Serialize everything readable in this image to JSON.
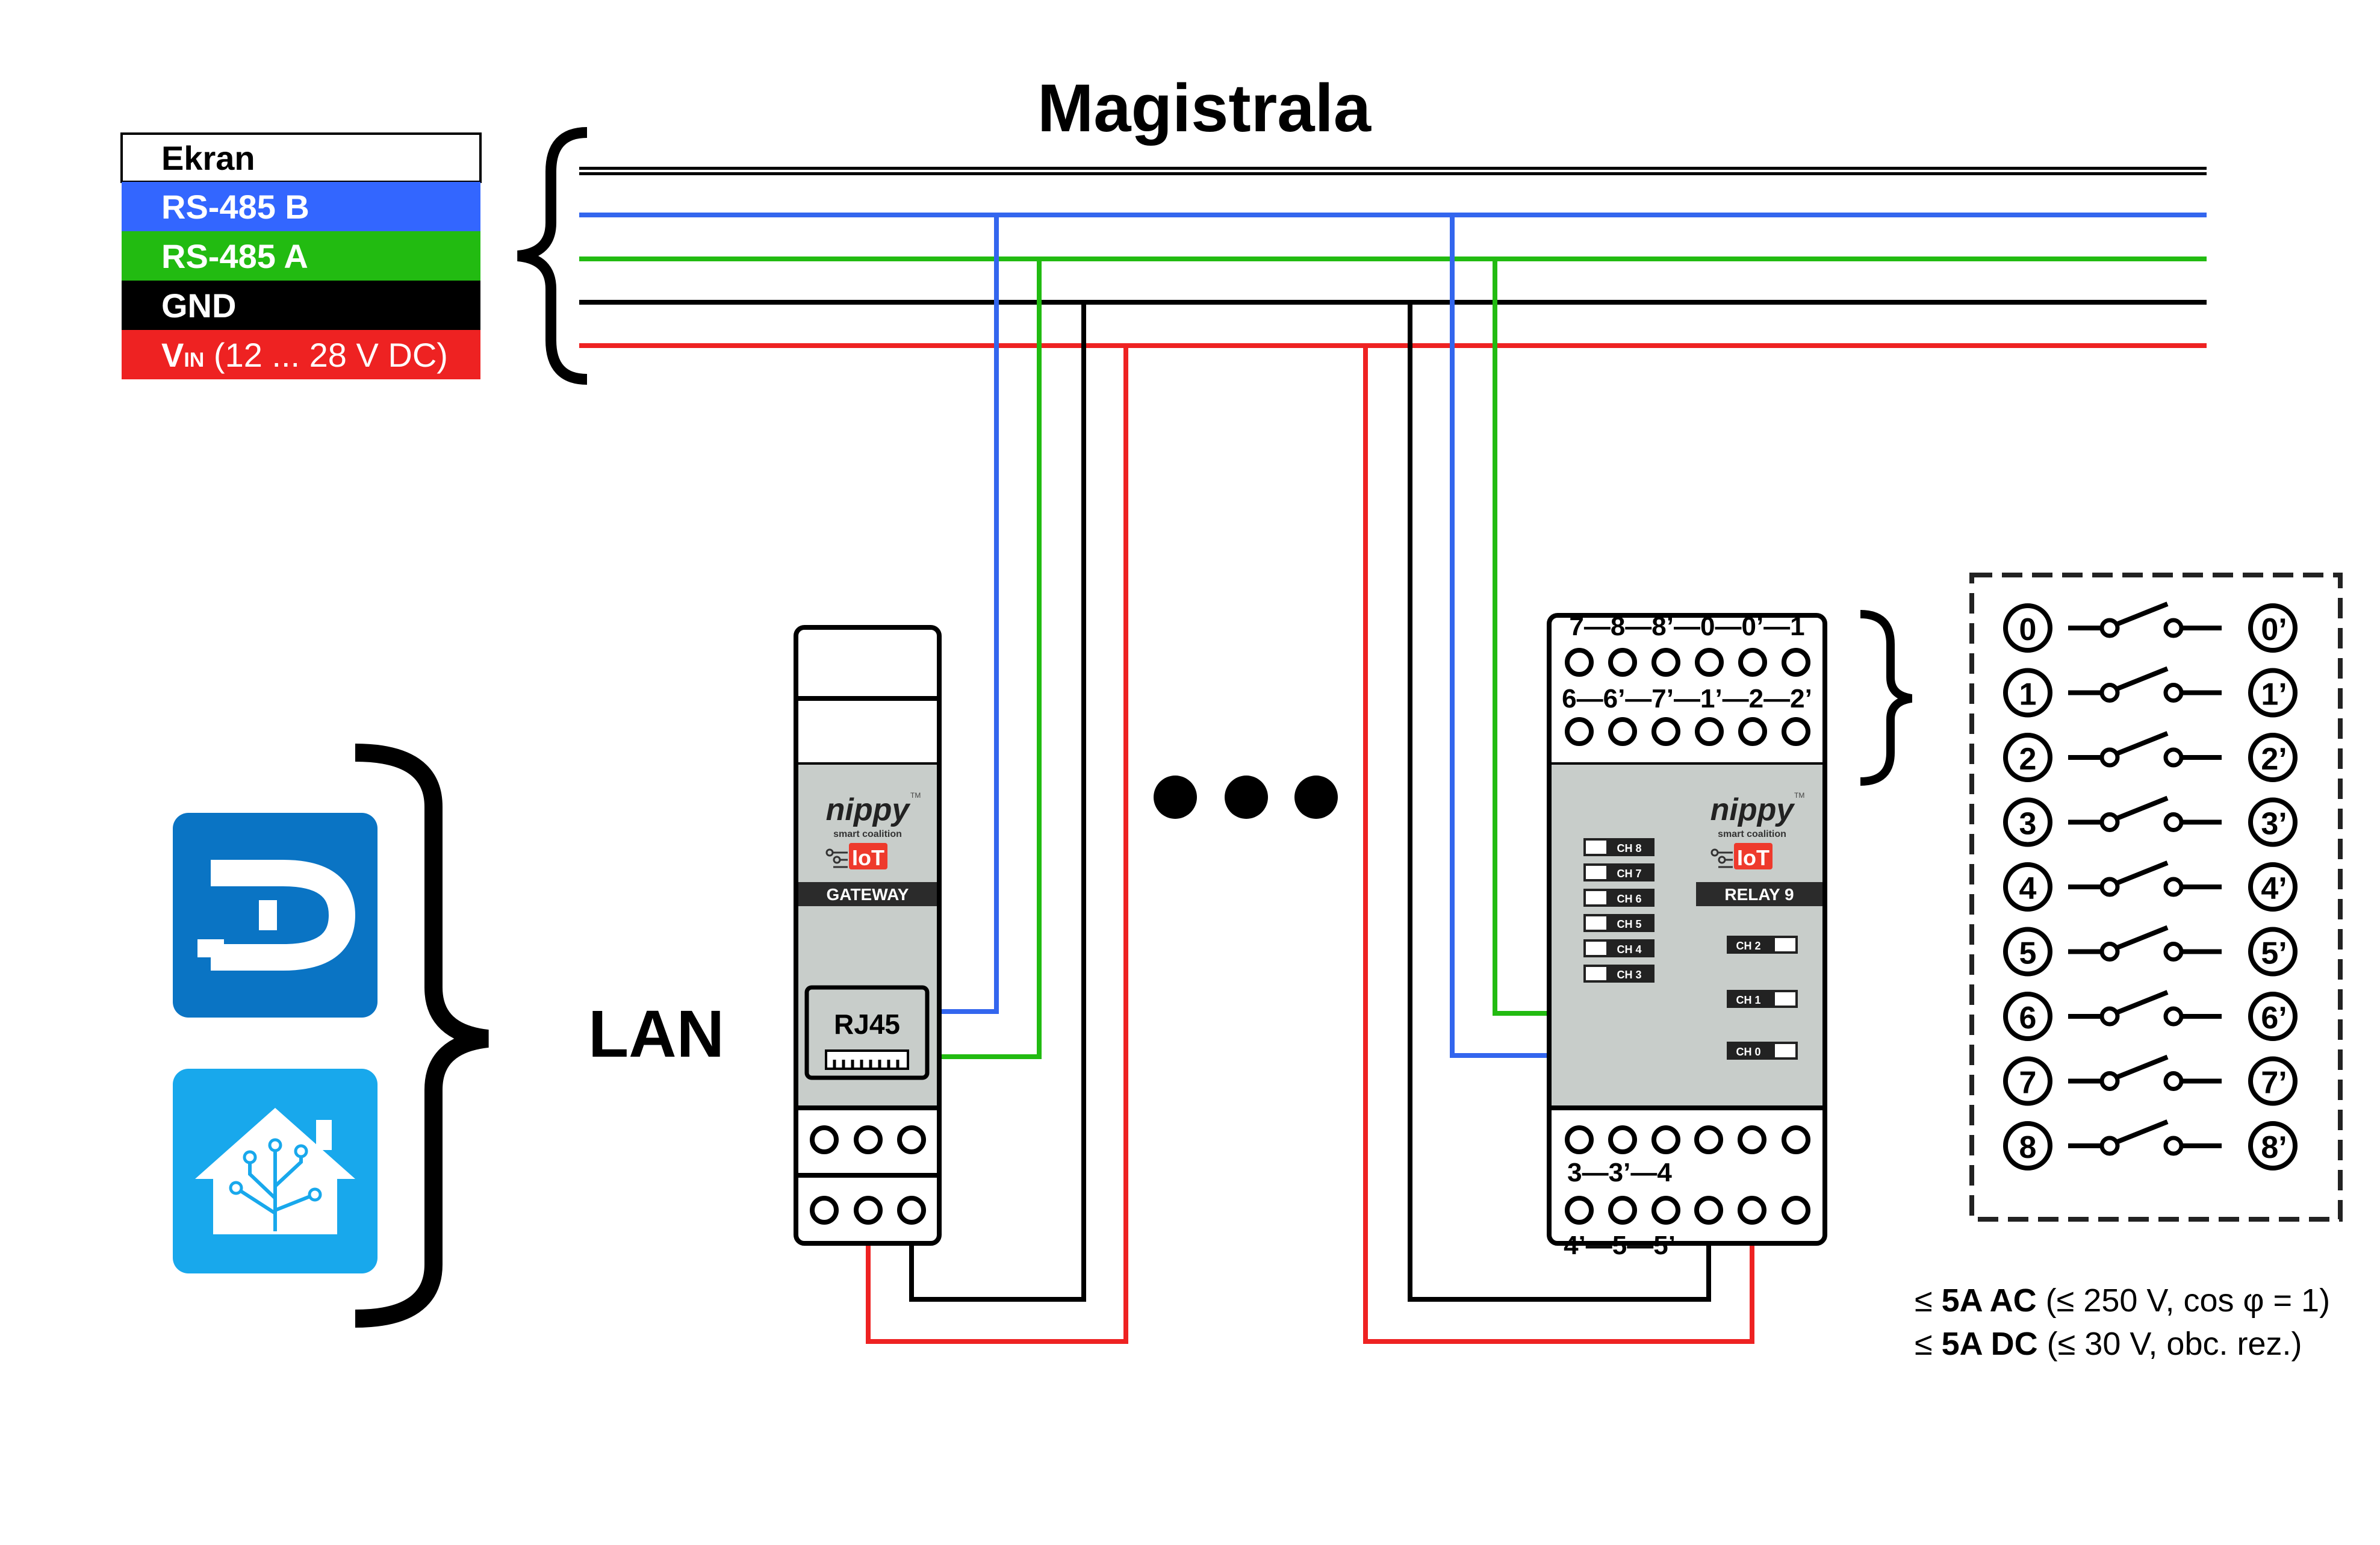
{
  "title": "Magistrala",
  "legend": [
    {
      "key": "ekran",
      "label": "Ekran",
      "bg": "#ffffff",
      "fg": "#000000",
      "wire": "#000000"
    },
    {
      "key": "b",
      "label": "RS-485 B",
      "bg": "#3366ff",
      "fg": "#ffffff",
      "wire": "#3366ee"
    },
    {
      "key": "a",
      "label": "RS-485 A",
      "bg": "#22bb11",
      "fg": "#ffffff",
      "wire": "#22bb11"
    },
    {
      "key": "gnd",
      "label": "GND",
      "bg": "#000000",
      "fg": "#ffffff",
      "wire": "#000000"
    },
    {
      "key": "vin",
      "label_main": "V",
      "label_sub": "IN",
      "label_rest": " (12 ... 28 V DC)",
      "bg": "#ee2222",
      "fg": "#ffffff",
      "wire": "#ee2222"
    }
  ],
  "lan_label": "LAN",
  "ellipsis": "• • •",
  "gateway": {
    "brand": "nippy",
    "tm": "TM",
    "tagline": "smart coalition",
    "iot": "IoT",
    "name": "GATEWAY",
    "port": "RJ45"
  },
  "relay": {
    "brand": "nippy",
    "tm": "TM",
    "tagline": "smart coalition",
    "iot": "IoT",
    "name": "RELAY 9",
    "top_row1": "7—8—8’—0—0’—1",
    "top_row2": "6—6’—7’—1’—2—2’",
    "bottom_row1": "3—3’—4",
    "bottom_row2": "4’—5—5’",
    "channels_left": [
      "CH 8",
      "CH 7",
      "CH 6",
      "CH 5",
      "CH 4",
      "CH 3"
    ],
    "channels_right": [
      "CH 2",
      "CH 1",
      "CH 0"
    ]
  },
  "contacts": [
    {
      "in": "0",
      "out": "0’"
    },
    {
      "in": "1",
      "out": "1’"
    },
    {
      "in": "2",
      "out": "2’"
    },
    {
      "in": "3",
      "out": "3’"
    },
    {
      "in": "4",
      "out": "4’"
    },
    {
      "in": "5",
      "out": "5’"
    },
    {
      "in": "6",
      "out": "6’"
    },
    {
      "in": "7",
      "out": "7’"
    },
    {
      "in": "8",
      "out": "8’"
    }
  ],
  "ratings": [
    {
      "pre": "≤ ",
      "bold": "5A AC",
      "rest": " (≤ 250 V, cos φ = 1)"
    },
    {
      "pre": "≤ ",
      "bold": "5A DC",
      "rest": " (≤ 30 V, obc. rez.)"
    }
  ],
  "apps": [
    {
      "name": "domoticz",
      "icon": "domoticz-icon",
      "color": "#0a74c4"
    },
    {
      "name": "home-assistant",
      "icon": "home-assistant-icon",
      "color": "#18a8ec"
    }
  ],
  "colors": {
    "module_body": "#c8cdca",
    "iot_red": "#ee3a2c",
    "label_bar": "#2b2b2b"
  }
}
